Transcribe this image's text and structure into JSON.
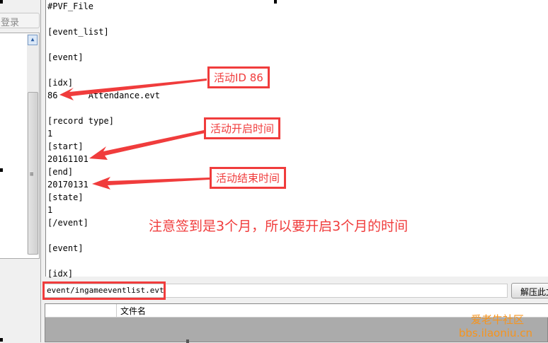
{
  "left_panel": {
    "login_label": "登录"
  },
  "editor": {
    "lines": [
      "#PVF_File",
      "",
      "[event_list]",
      "",
      "[event]",
      "",
      "[idx]",
      "86      Attendance.evt",
      "",
      "[record type]",
      "1",
      "[start]",
      "20161101",
      "[end]",
      "20170131",
      "[state]",
      "1",
      "[/event]",
      "",
      "[event]",
      "",
      "[idx]"
    ]
  },
  "annotations": {
    "id": "活动ID 86",
    "start": "活动开启时间",
    "end": "活动结束时间",
    "note": "注意签到是3个月，所以要开启3个月的时间",
    "color": "#f03c3c"
  },
  "bottom": {
    "path_value": "event/ingameeventlist.evt",
    "extract_button": "解压此文件",
    "column_filename": "文件名"
  },
  "watermark": {
    "line1": "爱老牛社区",
    "line2": "bbs.ilaoniu.cn",
    "color": "#f7941d"
  }
}
